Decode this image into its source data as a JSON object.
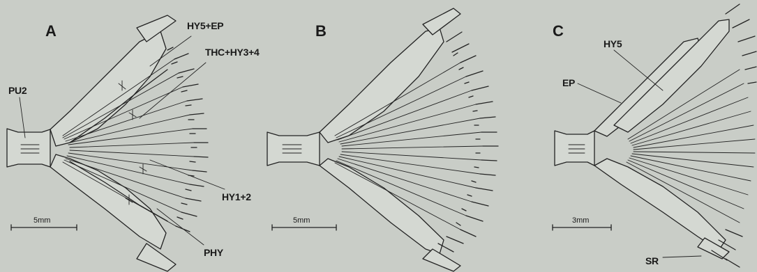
{
  "panels": [
    {
      "letter": "A",
      "labels": {
        "pu2": "PU2",
        "hy5_ep": "HY5+EP",
        "thc": "THC+HY3+4",
        "hy12": "HY1+2",
        "phy": "PHY"
      },
      "scale": "5mm"
    },
    {
      "letter": "B",
      "scale": "5mm"
    },
    {
      "letter": "C",
      "labels": {
        "hy5": "HY5",
        "ep": "EP",
        "sr": "SR"
      },
      "scale": "3mm"
    }
  ]
}
